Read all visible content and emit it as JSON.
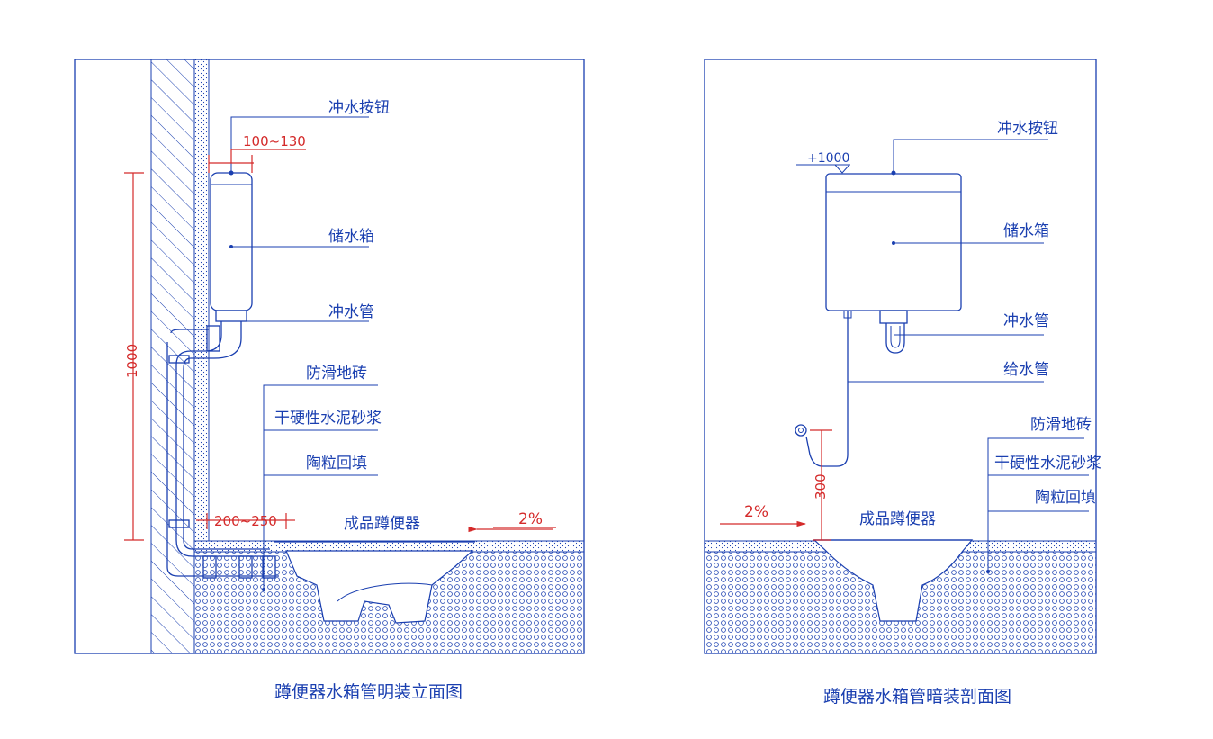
{
  "left_diagram": {
    "caption": "蹲便器水箱管明装立面图",
    "labels": {
      "flush_button": "冲水按钮",
      "water_tank": "储水箱",
      "flush_pipe": "冲水管",
      "anti_slip_tile": "防滑地砖",
      "dry_mortar": "干硬性水泥砂浆",
      "ceramsite_fill": "陶粒回填",
      "squat_toilet": "成品蹲便器"
    },
    "dimensions": {
      "button_offset": "100~130",
      "height": "1000",
      "toilet_offset": "200~250",
      "slope": "2%"
    }
  },
  "right_diagram": {
    "caption": "蹲便器水箱管暗装剖面图",
    "labels": {
      "flush_button": "冲水按钮",
      "water_tank": "储水箱",
      "flush_pipe": "冲水管",
      "supply_pipe": "给水管",
      "anti_slip_tile": "防滑地砖",
      "dry_mortar": "干硬性水泥砂浆",
      "ceramsite_fill": "陶粒回填",
      "squat_toilet": "成品蹲便器"
    },
    "dimensions": {
      "elevation": "+1000",
      "supply_height": "300",
      "slope": "2%"
    }
  },
  "colors": {
    "line": "#1a3fb0",
    "dimension": "#d42a2a"
  }
}
